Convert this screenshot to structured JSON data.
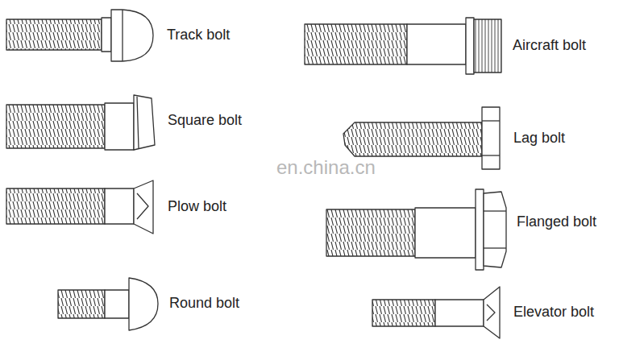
{
  "diagram": {
    "labels": [
      "Track bolt",
      "Aircraft bolt",
      "Square bolt",
      "Lag bolt",
      "Plow bolt",
      "Flanged bolt",
      "Round bolt",
      "Elevator bolt",
      "en.china.cn"
    ]
  }
}
